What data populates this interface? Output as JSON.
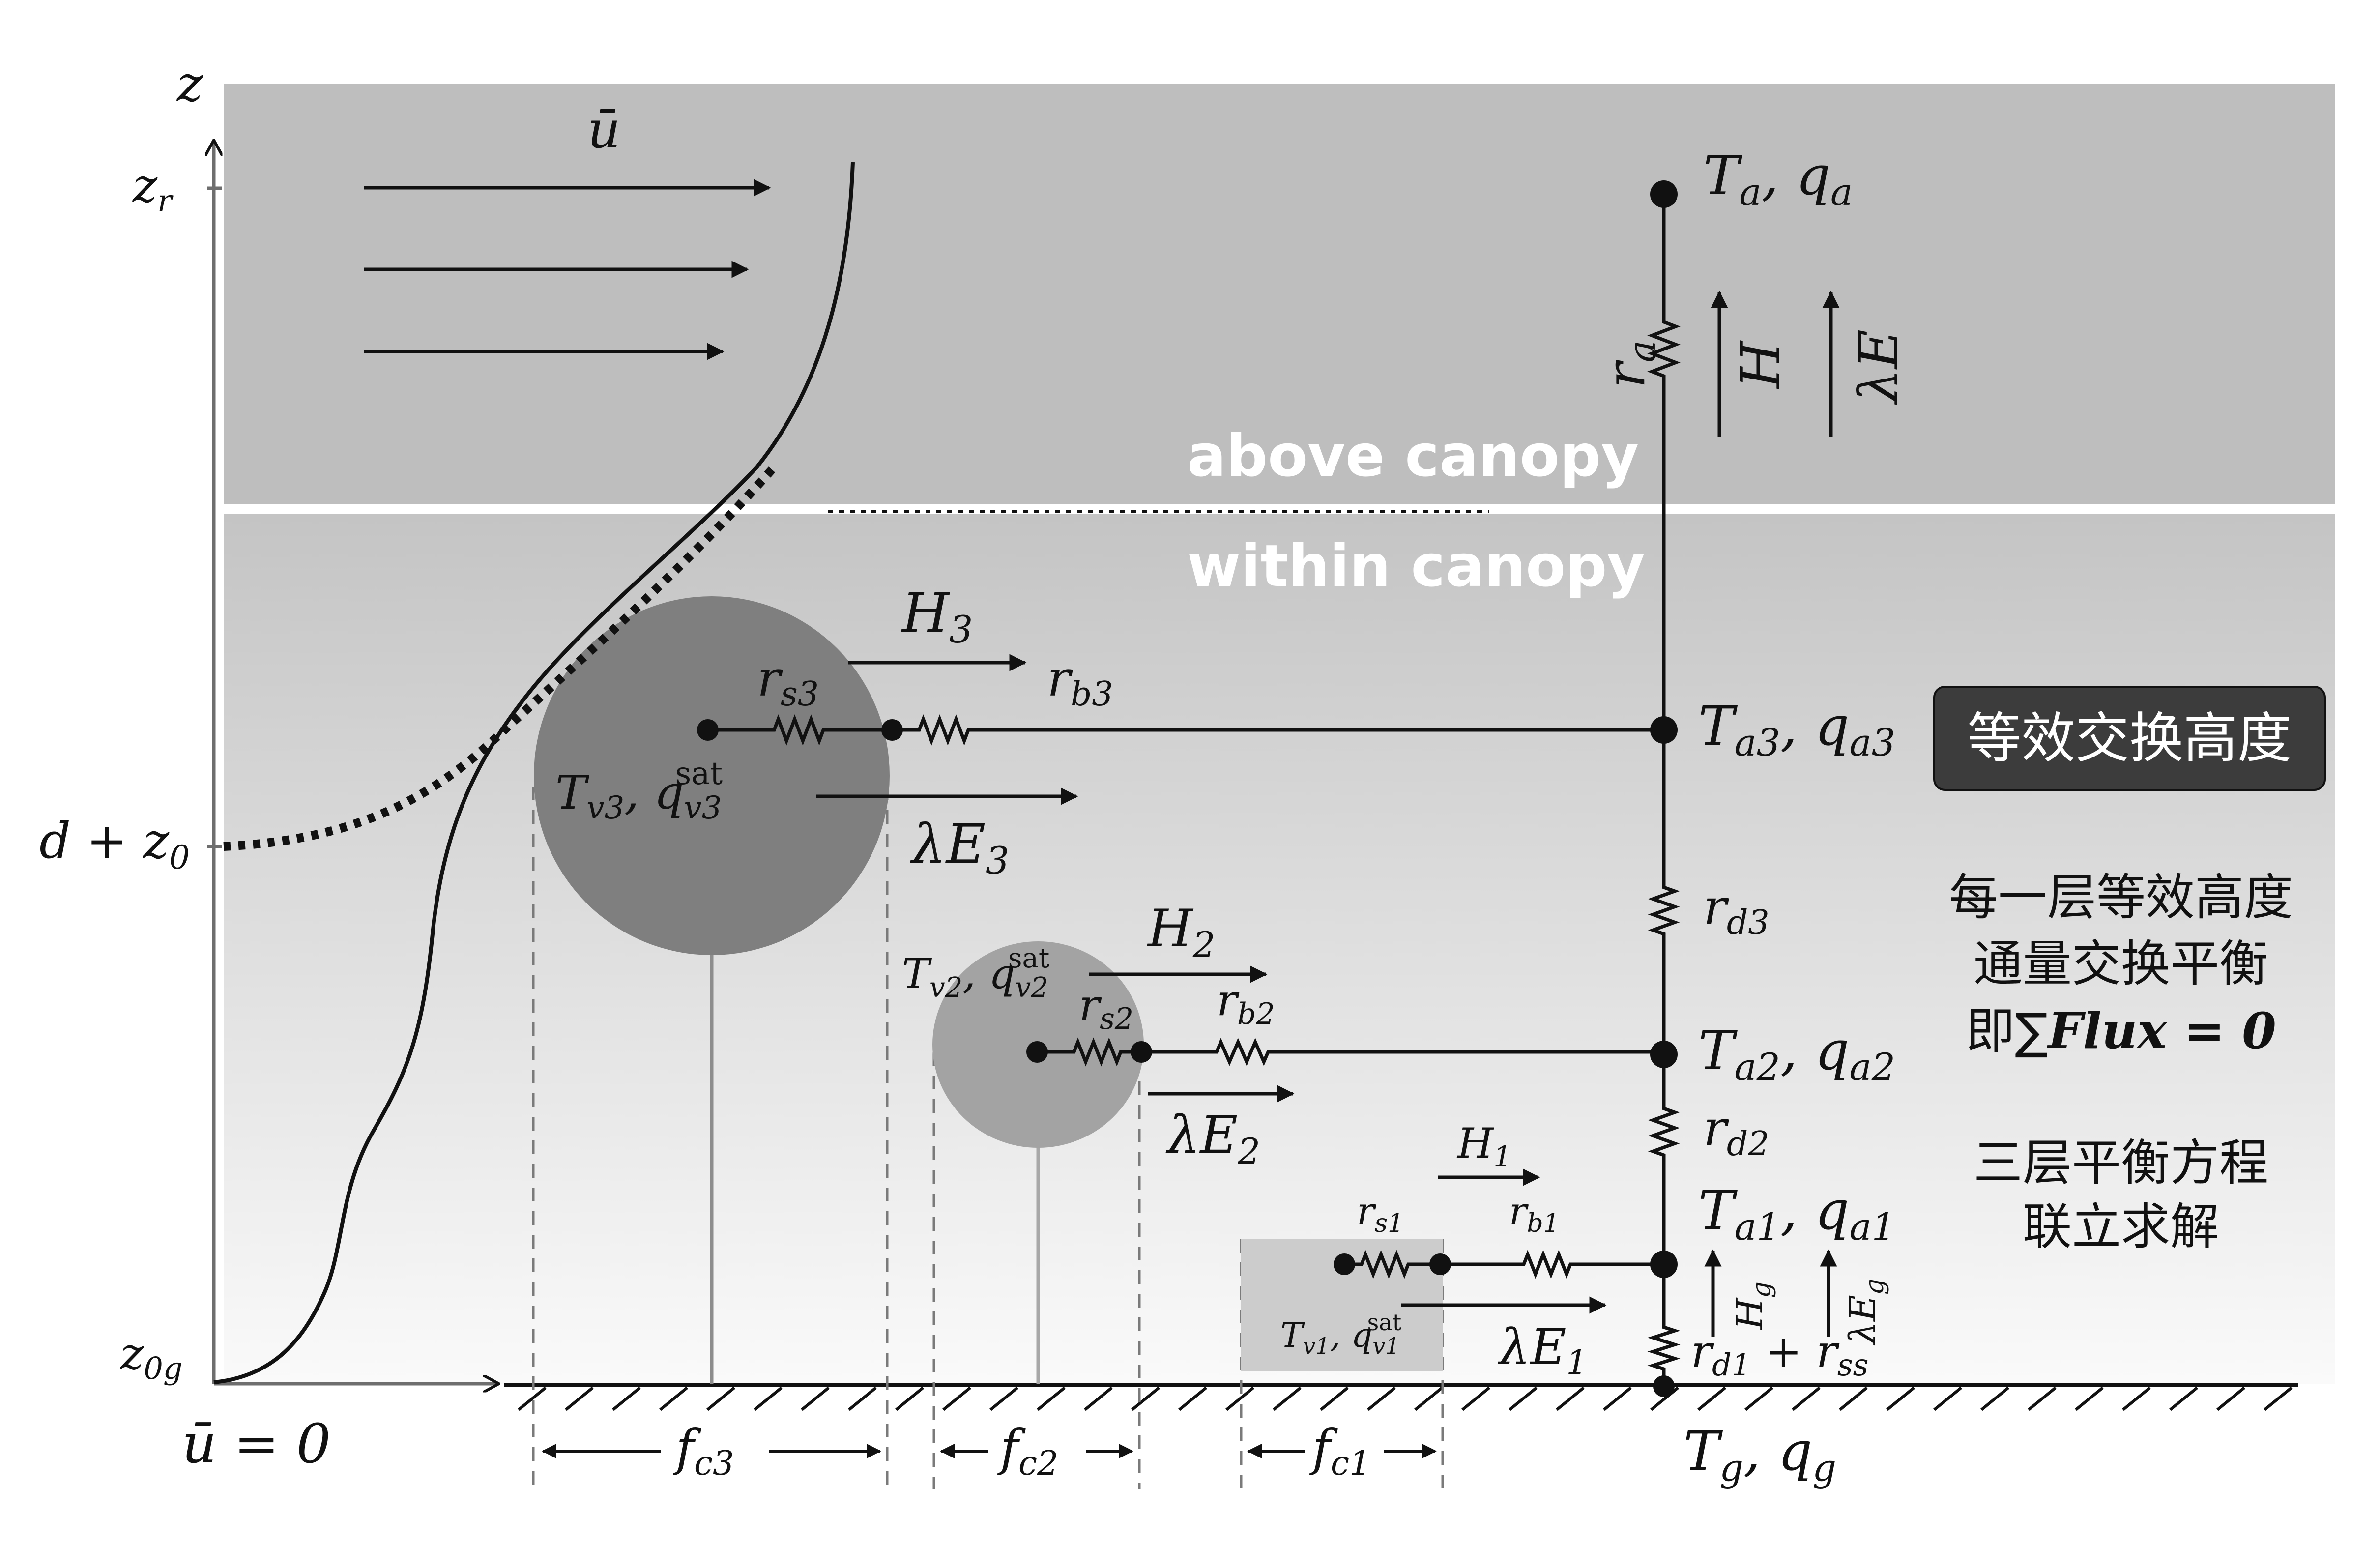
{
  "axes": {
    "z": "z",
    "z_r_base": "z",
    "z_r_sub": "r",
    "d_z0_base": "d + z",
    "d_z0_sub": "0",
    "z0g_base": "z",
    "z0g_sub": "0g",
    "u_bar": "ū",
    "u_zero": "ū = 0"
  },
  "regions": {
    "above": "above canopy",
    "within": "within canopy"
  },
  "nodes": {
    "Ta": {
      "T": "T",
      "Ts": "a",
      "q": "q",
      "qs": "a"
    },
    "Ta3": {
      "T": "T",
      "Ts": "a3",
      "q": "q",
      "qs": "a3"
    },
    "Ta2": {
      "T": "T",
      "Ts": "a2",
      "q": "q",
      "qs": "a2"
    },
    "Ta1": {
      "T": "T",
      "Ts": "a1",
      "q": "q",
      "qs": "a1"
    },
    "Tg": {
      "T": "T",
      "Ts": "g",
      "q": "q",
      "qs": "g"
    }
  },
  "leaves": {
    "v3": {
      "T": "T",
      "Ts": "v3",
      "q": "q",
      "qs": "v3",
      "sup": "sat"
    },
    "v2": {
      "T": "T",
      "Ts": "v2",
      "q": "q",
      "qs": "v2",
      "sup": "sat"
    },
    "v1": {
      "T": "T",
      "Ts": "v1",
      "q": "q",
      "qs": "v1",
      "sup": "sat"
    }
  },
  "resistances": {
    "ra": {
      "b": "r",
      "s": "a"
    },
    "rs3": {
      "b": "r",
      "s": "s3"
    },
    "rb3": {
      "b": "r",
      "s": "b3"
    },
    "rs2": {
      "b": "r",
      "s": "s2"
    },
    "rb2": {
      "b": "r",
      "s": "b2"
    },
    "rs1": {
      "b": "r",
      "s": "s1"
    },
    "rb1": {
      "b": "r",
      "s": "b1"
    },
    "rd3": {
      "b": "r",
      "s": "d3"
    },
    "rd2": {
      "b": "r",
      "s": "d2"
    },
    "rd1": {
      "b": "r",
      "s": "d1",
      "plus": " + ",
      "b2": "r",
      "s2": "ss"
    }
  },
  "fluxes": {
    "H": {
      "b": "H",
      "s": ""
    },
    "LE": {
      "b": "λE",
      "s": ""
    },
    "H3": {
      "b": "H",
      "s": "3"
    },
    "LE3": {
      "b": "λE",
      "s": "3"
    },
    "H2": {
      "b": "H",
      "s": "2"
    },
    "LE2": {
      "b": "λE",
      "s": "2"
    },
    "H1": {
      "b": "H",
      "s": "1"
    },
    "LE1": {
      "b": "λE",
      "s": "1"
    },
    "Hg": {
      "b": "H",
      "s": "g"
    },
    "LEg": {
      "b": "λE",
      "s": "g"
    }
  },
  "fractions": {
    "fc3": {
      "b": "f",
      "s": "c3"
    },
    "fc2": {
      "b": "f",
      "s": "c2"
    },
    "fc1": {
      "b": "f",
      "s": "c1"
    }
  },
  "annotations": {
    "box": "等效交换高度",
    "note1_l1": "每一层等效高度",
    "note1_l2": "通量交换平衡",
    "note1_l3_prefix": "即∑",
    "note1_l3_formula": "Flux = 0",
    "note2_l1": "三层平衡方程",
    "note2_l2": "联立求解"
  },
  "colors": {
    "above_bg": "#bebebe",
    "crown3": "#7f7f7f",
    "crown2": "#a3a3a3",
    "box1": "#cccccc",
    "label_box": "#3c3c3c"
  }
}
